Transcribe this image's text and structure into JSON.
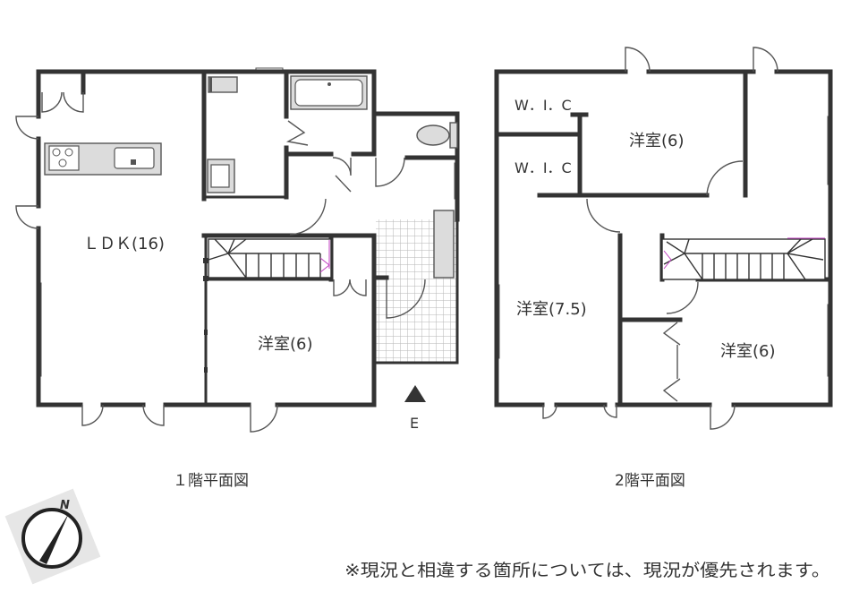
{
  "floor1": {
    "title": "１階平面図",
    "rooms": {
      "ldk": "ＬＤＫ(16)",
      "bedroom": "洋室(6)"
    },
    "direction_label": "E"
  },
  "floor2": {
    "title": "2階平面図",
    "rooms": {
      "wic_upper": "W．I．C",
      "wic_lower": "W．I．C",
      "bedroom_top": "洋室(6)",
      "bedroom_left": "洋室(7.5)",
      "bedroom_bottom": "洋室(6)"
    }
  },
  "compass": {
    "label": "N"
  },
  "note": "※現況と相違する箇所については、現況が優先されます。",
  "colors": {
    "wall": "#333333",
    "fixture": "#dcdcdc",
    "tile": "#b5b5b5",
    "compass_bg": "#e6e6e6"
  }
}
